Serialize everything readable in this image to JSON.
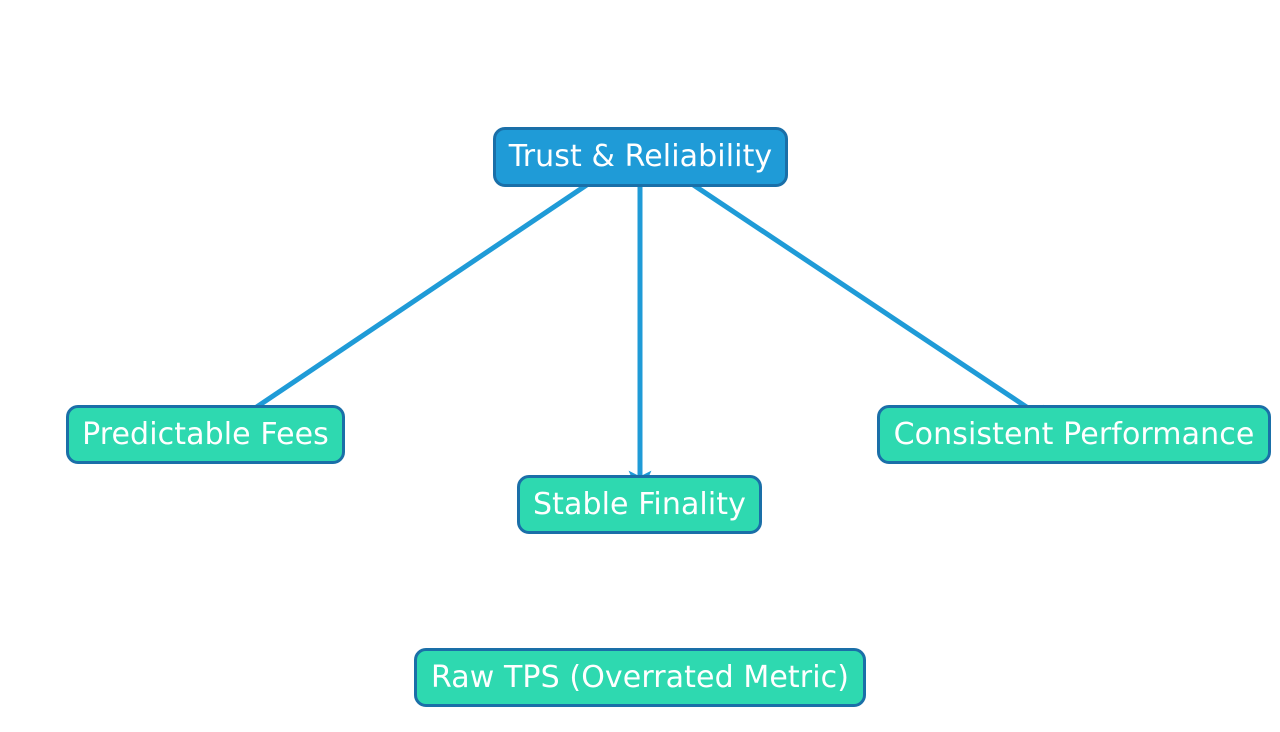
{
  "diagram": {
    "background_color": "#ffffff",
    "root": {
      "id": "trust-reliability",
      "label": "Trust & Reliability",
      "fill_color": "#1f9bd7",
      "border_color": "#1a6fa8",
      "text_color": "#ffffff"
    },
    "children": [
      {
        "id": "predictable-fees",
        "label": "Predictable Fees",
        "fill_color": "#2ed9b0",
        "border_color": "#1a6fa8",
        "text_color": "#ffffff"
      },
      {
        "id": "stable-finality",
        "label": "Stable Finality",
        "fill_color": "#2ed9b0",
        "border_color": "#1a6fa8",
        "text_color": "#ffffff"
      },
      {
        "id": "consistent-performance",
        "label": "Consistent Performance",
        "fill_color": "#2ed9b0",
        "border_color": "#1a6fa8",
        "text_color": "#ffffff"
      }
    ],
    "unconnected": [
      {
        "id": "raw-tps",
        "label": "Raw TPS (Overrated Metric)",
        "fill_color": "#2ed9b0",
        "border_color": "#1a6fa8",
        "text_color": "#ffffff"
      }
    ],
    "edges": [
      {
        "id": "edge-root-to-predictable",
        "from": "trust-reliability",
        "to": "predictable-fees",
        "color": "#1f9bd7",
        "arrowhead": "triangle"
      },
      {
        "id": "edge-root-to-stable",
        "from": "trust-reliability",
        "to": "stable-finality",
        "color": "#1f9bd7",
        "arrowhead": "triangle"
      },
      {
        "id": "edge-root-to-consistent",
        "from": "trust-reliability",
        "to": "consistent-performance",
        "color": "#1f9bd7",
        "arrowhead": "triangle"
      }
    ]
  }
}
